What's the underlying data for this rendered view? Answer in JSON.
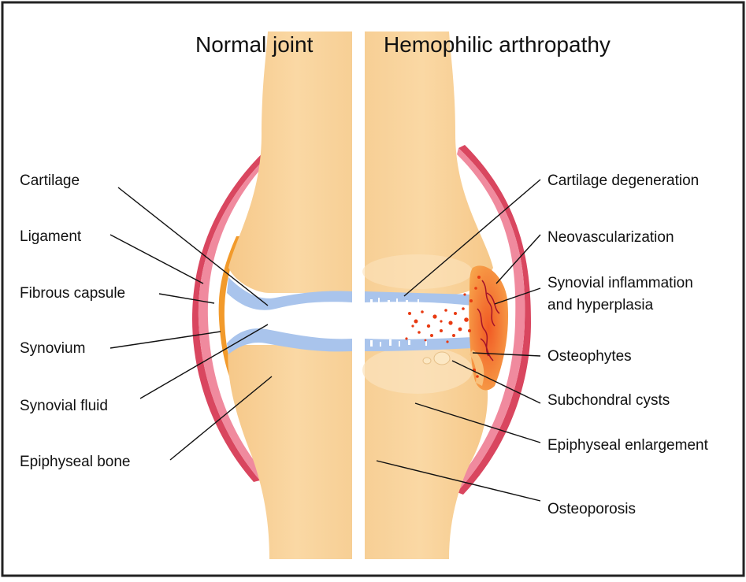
{
  "titles": {
    "left": "Normal joint",
    "right": "Hemophilic arthropathy"
  },
  "left_labels": {
    "cartilage": "Cartilage",
    "ligament": "Ligament",
    "fibrous_capsule": "Fibrous capsule",
    "synovium": "Synovium",
    "synovial_fluid": "Synovial fluid",
    "epiphyseal_bone": "Epiphyseal bone"
  },
  "right_labels": {
    "cartilage_degeneration": "Cartilage degeneration",
    "neovascularization": "Neovascularization",
    "synovial_inflammation_line1": "Synovial  inflammation",
    "synovial_inflammation_line2": "and hyperplasia",
    "osteophytes": "Osteophytes",
    "subchondral_cysts": "Subchondral cysts",
    "epiphyseal_enlargement": "Epiphyseal enlargement",
    "osteoporosis": "Osteoporosis"
  },
  "colors": {
    "bone_light": "#f9d9a6",
    "bone_mid": "#f6c98a",
    "cartilage": "#a9c4ec",
    "ligament": "#d9465f",
    "ligament_light": "#f08a9e",
    "synovium": "#f29a2b",
    "blood": "#e83a12",
    "frame": "#222222"
  }
}
